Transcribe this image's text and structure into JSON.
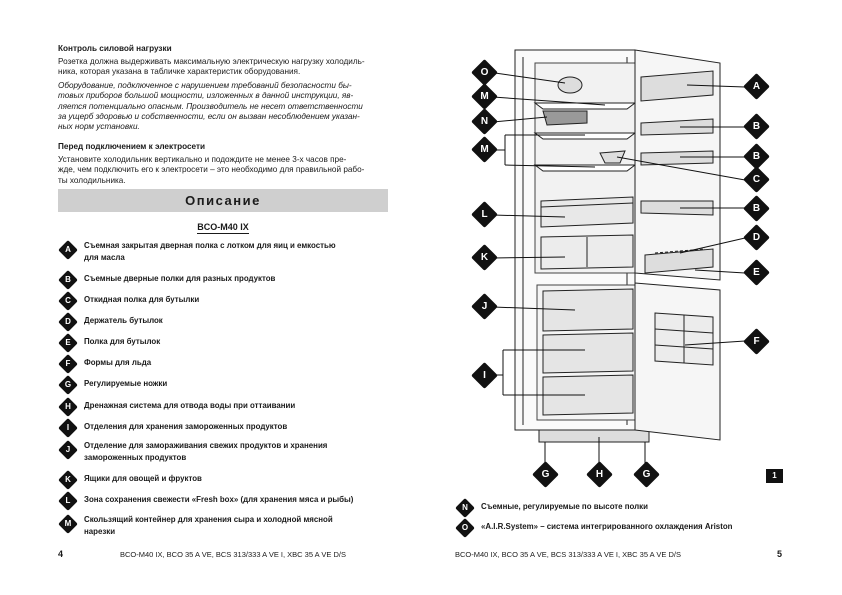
{
  "left_page": {
    "section1": {
      "heading": "Контроль силовой нагрузки",
      "lines": [
        "Розетка должна выдерживать максимальную электрическую нагрузку холодиль-",
        "ника, которая указана в табличке характеристик оборудования."
      ],
      "italic_lines": [
        "Оборудование, подключенное с нарушением требований безопасности бы-",
        "товых приборов большой мощности, изложенных в данной инструкции, яв-",
        "ляется потенциально опасным. Производитель не несет ответственности",
        "за ущерб здоровью и собственности, если он вызван несоблюдением указан-",
        "ных норм установки."
      ]
    },
    "section2": {
      "heading": "Перед подключением к электросети",
      "lines": [
        "Установите холодильник вертикально и подождите не менее 3-х  часов пре-",
        "жде, чем подключить его к электросети – это необходимо для правильной рабо-",
        "ты холодильника."
      ]
    },
    "banner_title": "Описание",
    "model": "BCO-M40 IX",
    "legend": [
      {
        "letter": "A",
        "lines": [
          "Съемная закрытая дверная полка с лотком для яиц и емкостью",
          "для масла"
        ]
      },
      {
        "letter": "B",
        "lines": [
          "Съемные дверные полки для разных продуктов"
        ]
      },
      {
        "letter": "C",
        "lines": [
          "Откидная полка для бутылки"
        ]
      },
      {
        "letter": "D",
        "lines": [
          "Держатель бутылок"
        ]
      },
      {
        "letter": "E",
        "lines": [
          "Полка для бутылок"
        ]
      },
      {
        "letter": "F",
        "lines": [
          "Формы для льда"
        ]
      },
      {
        "letter": "G",
        "lines": [
          "Регулируемые ножки"
        ]
      },
      {
        "letter": "H",
        "lines": [
          "Дренажная система для отвода воды при оттаивании"
        ]
      },
      {
        "letter": "I",
        "lines": [
          "Отделения для хранения замороженных продуктов"
        ]
      },
      {
        "letter": "J",
        "lines": [
          "Отделение для замораживания свежих продуктов и хранения",
          "замороженных продуктов"
        ]
      },
      {
        "letter": "K",
        "lines": [
          "Ящики для овощей и фруктов"
        ]
      },
      {
        "letter": "L",
        "lines": [
          "Зона сохранения свежести «Fresh box» (для хранения мяса и рыбы)"
        ]
      },
      {
        "letter": "M",
        "lines": [
          "Скользящий контейнер для хранения сыра и холодной мясной",
          "нарезки"
        ]
      }
    ],
    "page_number": "4",
    "footer": "BCO-M40 IX, BCO 35 A VE, BCS 313/333 A VE I, XBC 35 A VE D/S"
  },
  "right_page": {
    "callouts": [
      "O",
      "M",
      "N",
      "M",
      "L",
      "K",
      "J",
      "I",
      "A",
      "B",
      "B",
      "C",
      "B",
      "D",
      "E",
      "F",
      "G",
      "H",
      "G"
    ],
    "page_badge": "1",
    "notes": [
      {
        "letter": "N",
        "text": "Съемные, регулируемые по высоте полки"
      },
      {
        "letter": "O",
        "text": "«A.I.R.System» – система интегрированного охлаждения Ariston"
      }
    ],
    "page_number": "5",
    "footer": "BCO-M40 IX, BCO 35 A VE, BCS 313/333 A VE I, XBC 35 A VE D/S"
  }
}
